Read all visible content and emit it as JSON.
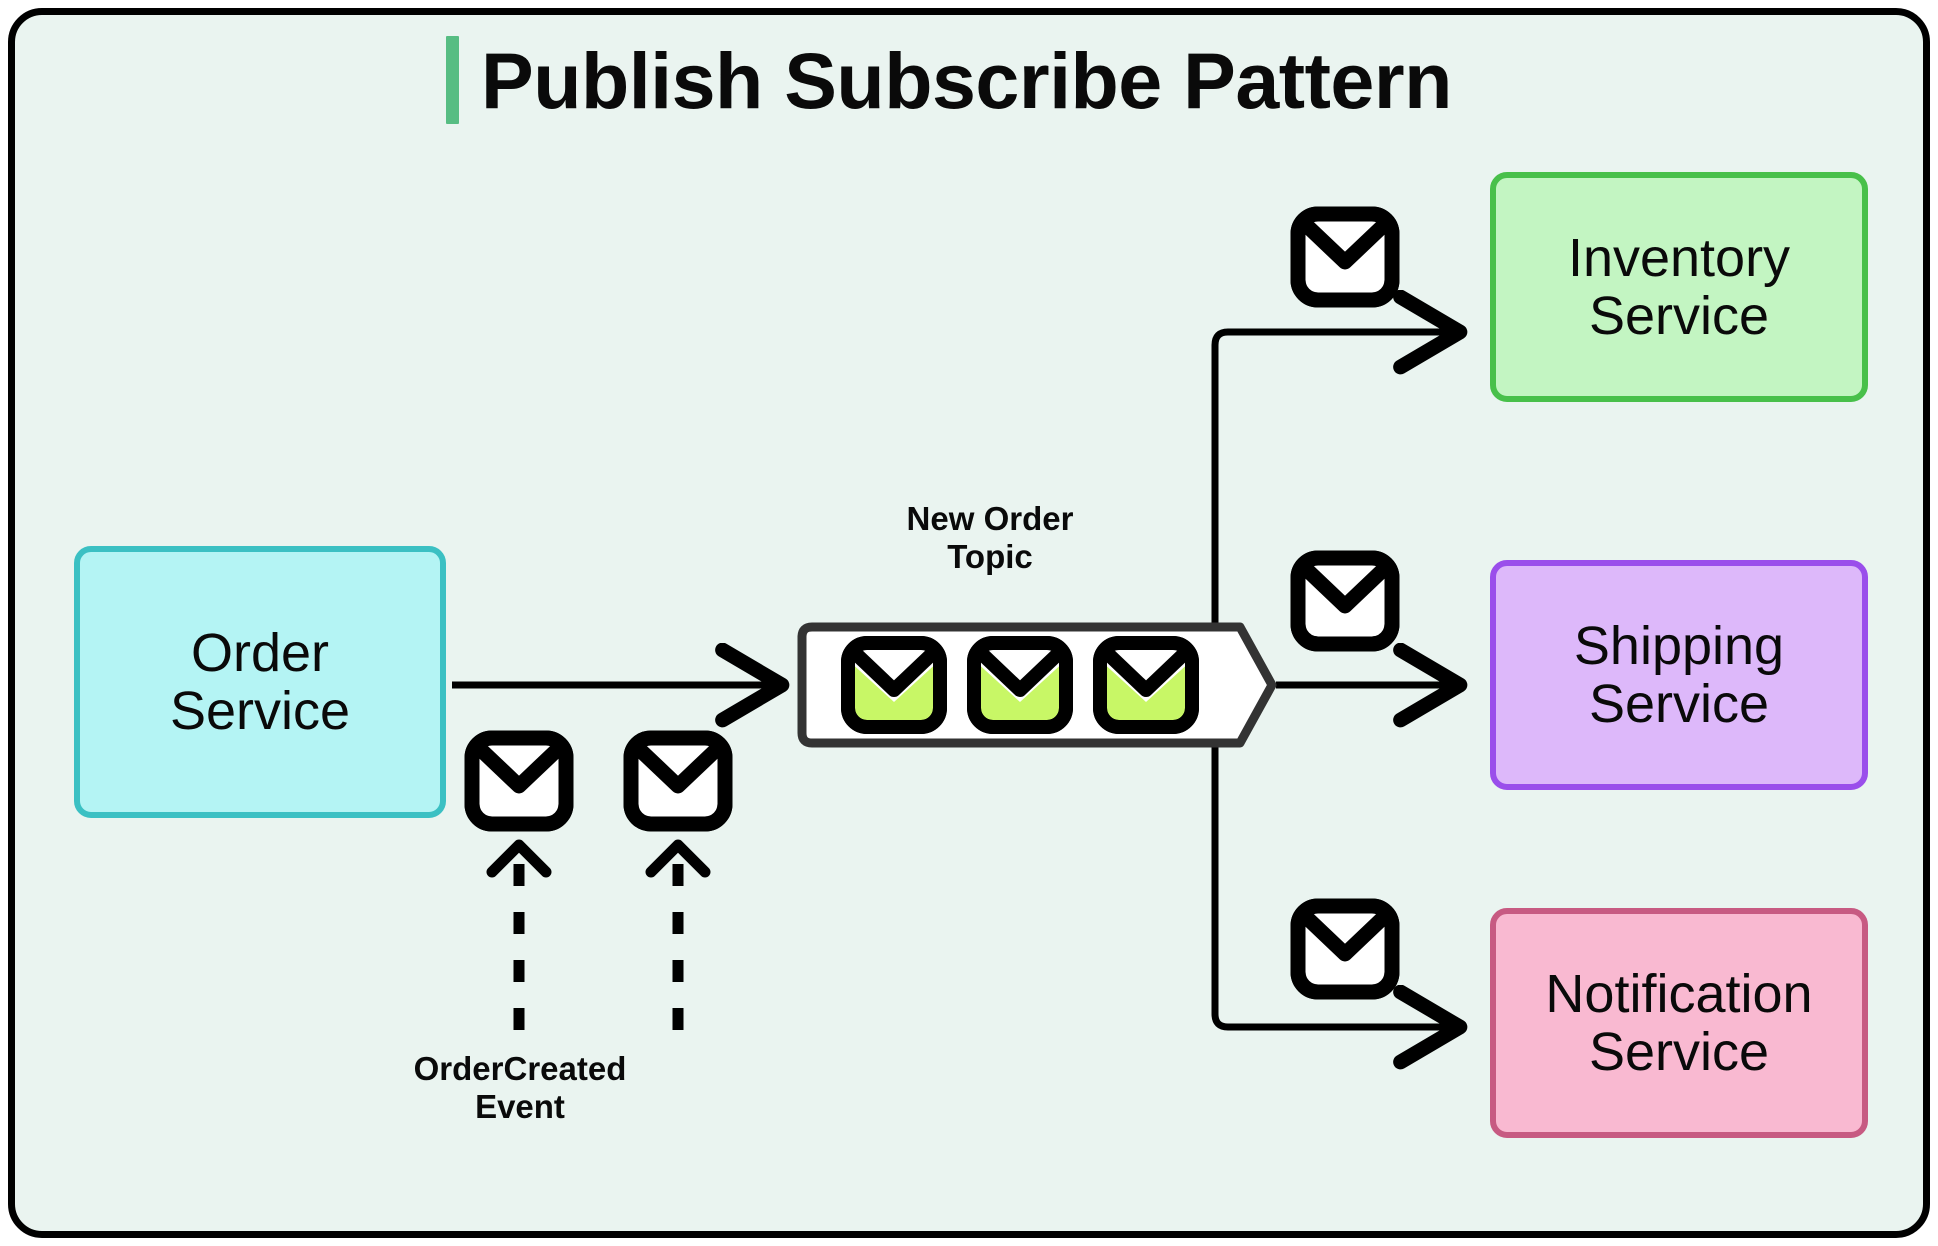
{
  "diagram": {
    "title": "Publish Subscribe Pattern",
    "accent_color": "#57bd83",
    "background_color": "#eaf4f0",
    "border_color": "#000000"
  },
  "publisher": {
    "label": "Order Service",
    "line1": "Order",
    "line2": "Service",
    "fill": "#b4f4f4",
    "stroke": "#3bc0c3"
  },
  "topic": {
    "label_line1": "New Order",
    "label_line2": "Topic",
    "label": "New Order Topic",
    "message_count": 3,
    "message_icon": "envelope-icon",
    "fill": "#ffffff",
    "stroke": "#333333",
    "message_fill": "#c8f766"
  },
  "event": {
    "label_line1": "OrderCreated",
    "label_line2": "Event",
    "label": "OrderCreated Event",
    "icon": "envelope-icon",
    "icon_count": 2,
    "connector": "dashed-arrow-up"
  },
  "subscribers": [
    {
      "line1": "Inventory",
      "line2": "Service",
      "label": "Inventory Service",
      "fill": "#c3f5c2",
      "stroke": "#48c04a",
      "icon": "envelope-icon"
    },
    {
      "line1": "Shipping",
      "line2": "Service",
      "label": "Shipping Service",
      "fill": "#ddb8fa",
      "stroke": "#9a4eeb",
      "icon": "envelope-icon"
    },
    {
      "line1": "Notification",
      "line2": "Service",
      "label": "Notification Service",
      "fill": "#f9b9d1",
      "stroke": "#c75a82",
      "icon": "envelope-icon"
    }
  ],
  "connectors": [
    {
      "name": "publish-arrow",
      "from": "Order Service",
      "to": "New Order Topic",
      "style": "solid"
    },
    {
      "name": "fanout-arrow-inventory",
      "from": "New Order Topic",
      "to": "Inventory Service",
      "style": "solid"
    },
    {
      "name": "fanout-arrow-shipping",
      "from": "New Order Topic",
      "to": "Shipping Service",
      "style": "solid"
    },
    {
      "name": "fanout-arrow-notification",
      "from": "New Order Topic",
      "to": "Notification Service",
      "style": "solid"
    }
  ]
}
